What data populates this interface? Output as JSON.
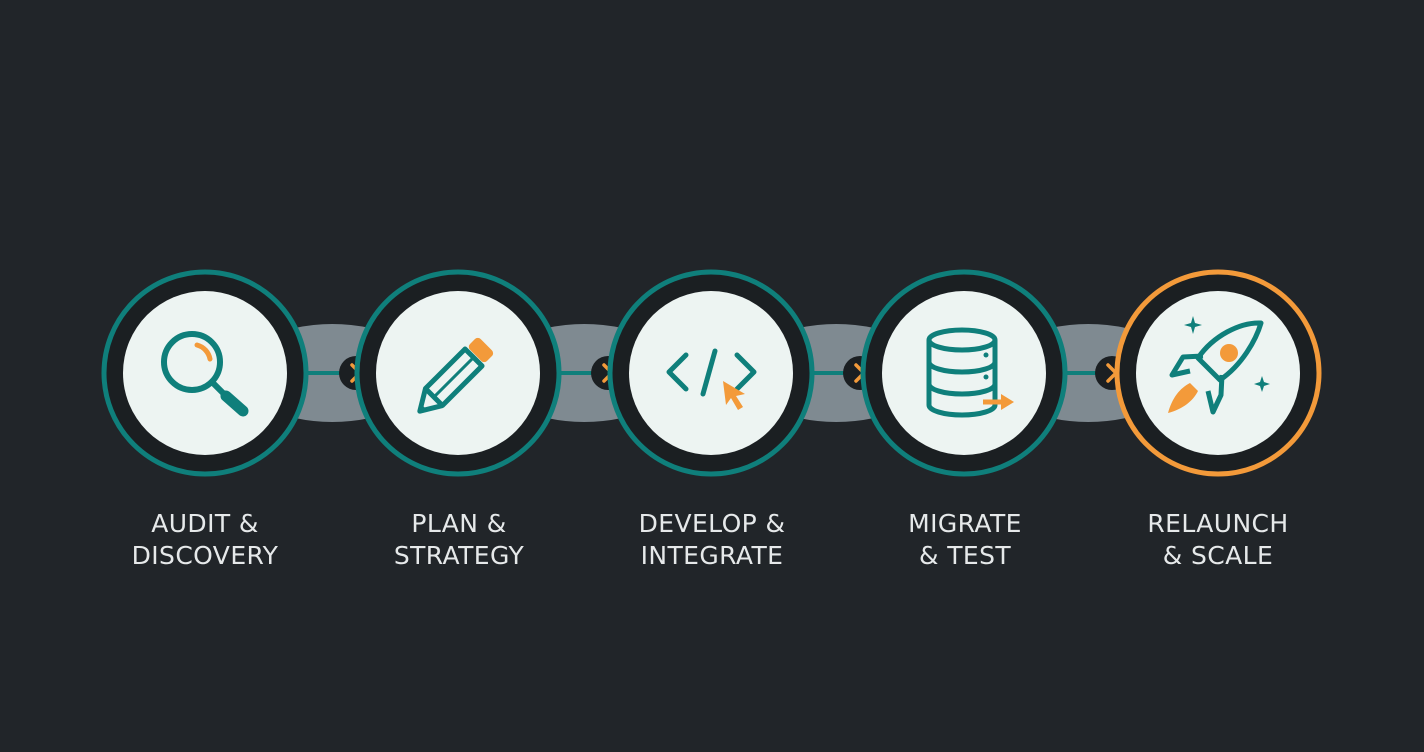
{
  "colors": {
    "background": "#212529",
    "teal": "#0f7f7b",
    "orange": "#f39a3a",
    "icon_bg": "#edf4f2",
    "connector": "#7f8a91"
  },
  "steps": [
    {
      "lines": [
        "AUDIT &",
        "DISCOVERY"
      ],
      "icon": "magnifying-glass-icon",
      "ring": "teal"
    },
    {
      "lines": [
        "PLAN &",
        "STRATEGY"
      ],
      "icon": "pencil-icon",
      "ring": "teal"
    },
    {
      "lines": [
        "DEVELOP &",
        "INTEGRATE"
      ],
      "icon": "code-cursor-icon",
      "ring": "teal"
    },
    {
      "lines": [
        "MIGRATE",
        "& TEST"
      ],
      "icon": "database-arrow-icon",
      "ring": "teal"
    },
    {
      "lines": [
        "RELAUNCH",
        "& SCALE"
      ],
      "icon": "rocket-icon",
      "ring": "orange"
    }
  ],
  "connectors": [
    {
      "icon": "chevron-right-icon"
    },
    {
      "icon": "chevron-right-icon"
    },
    {
      "icon": "chevron-right-icon"
    },
    {
      "icon": "chevron-right-icon"
    }
  ]
}
